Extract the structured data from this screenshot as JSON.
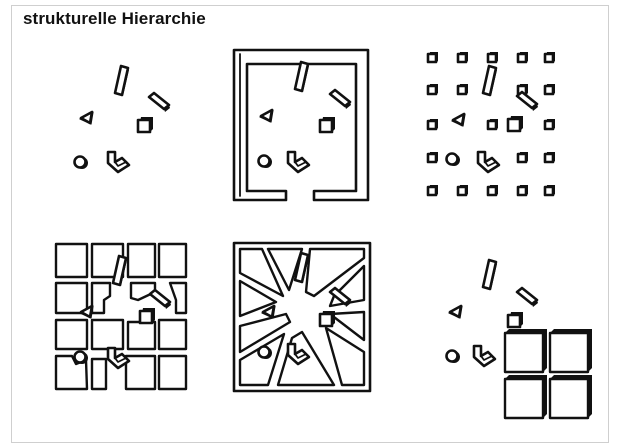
{
  "title": "strukturelle Hierarchie",
  "colors": {
    "ink": "#111111",
    "paper": "#ffffff",
    "frame": "#cfcfcf"
  },
  "panels": [
    {
      "id": "loose-elements"
    },
    {
      "id": "enclosing-wall"
    },
    {
      "id": "dot-grid"
    },
    {
      "id": "block-grid"
    },
    {
      "id": "radial-fragments"
    },
    {
      "id": "corner-blocks"
    }
  ]
}
